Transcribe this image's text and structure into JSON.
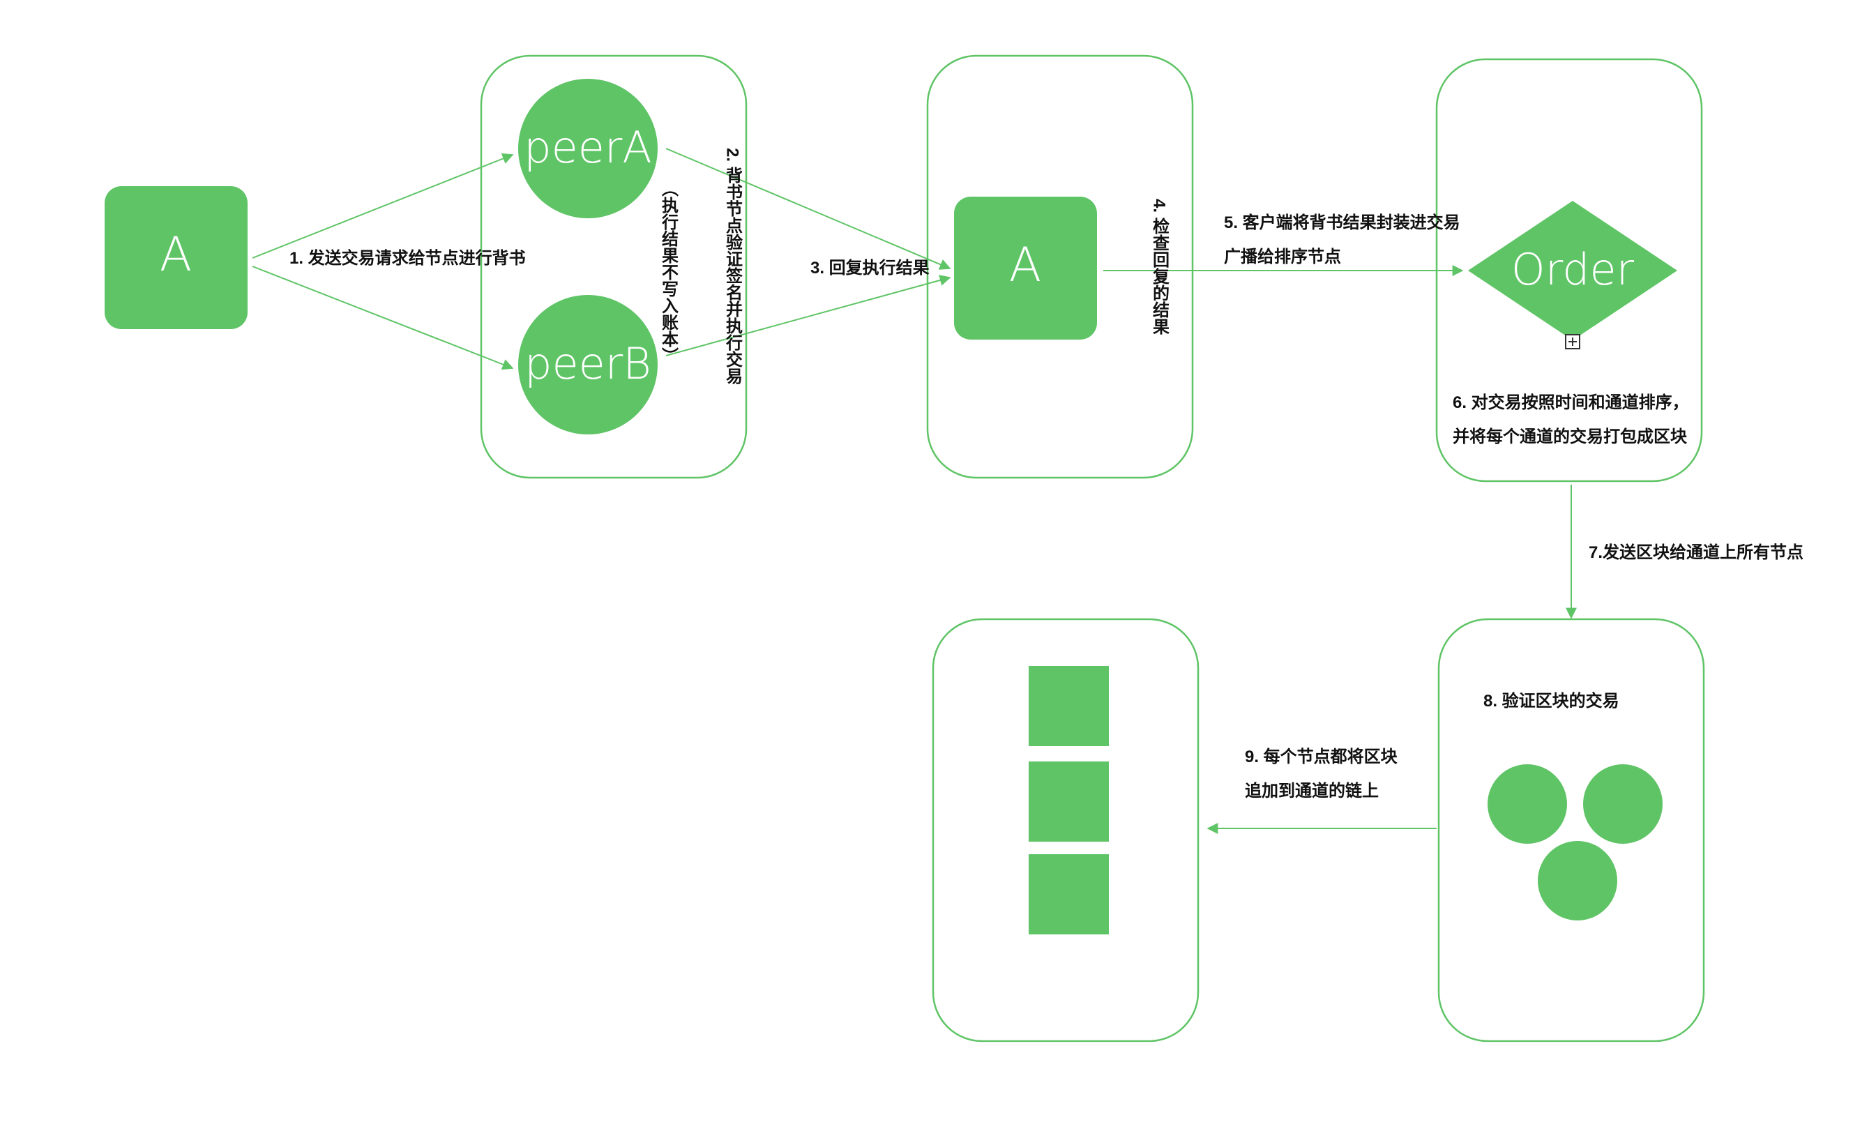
{
  "colors": {
    "green_fill": "#5fc466",
    "green_line": "#5fc466",
    "label_text": "#111111",
    "background": "#ffffff"
  },
  "nodes": {
    "client_a": "A",
    "peer_a": "peerA",
    "peer_b": "peerB",
    "client_a_2": "A",
    "order": "Order"
  },
  "steps": {
    "step1": "1. 发送交易请求给节点进行背书",
    "step2": "2. 背书节点验证签名并执行交易",
    "step2_note": "（执行结果不写入账本）",
    "step3": "3. 回复执行结果",
    "step4": "4. 检查回复的结果",
    "step5_line1": "5. 客户端将背书结果封装进交易",
    "step5_line2": "广播给排序节点",
    "step6_line1": "6. 对交易按照时间和通道排序，",
    "step6_line2": "并将每个通道的交易打包成区块",
    "step7": "7.发送区块给通道上所有节点",
    "step8": "8. 验证区块的交易",
    "step9_line1": "9. 每个节点都将区块",
    "step9_line2": "追加到通道的链上"
  },
  "icons": {
    "expand": "plus-box-icon"
  }
}
